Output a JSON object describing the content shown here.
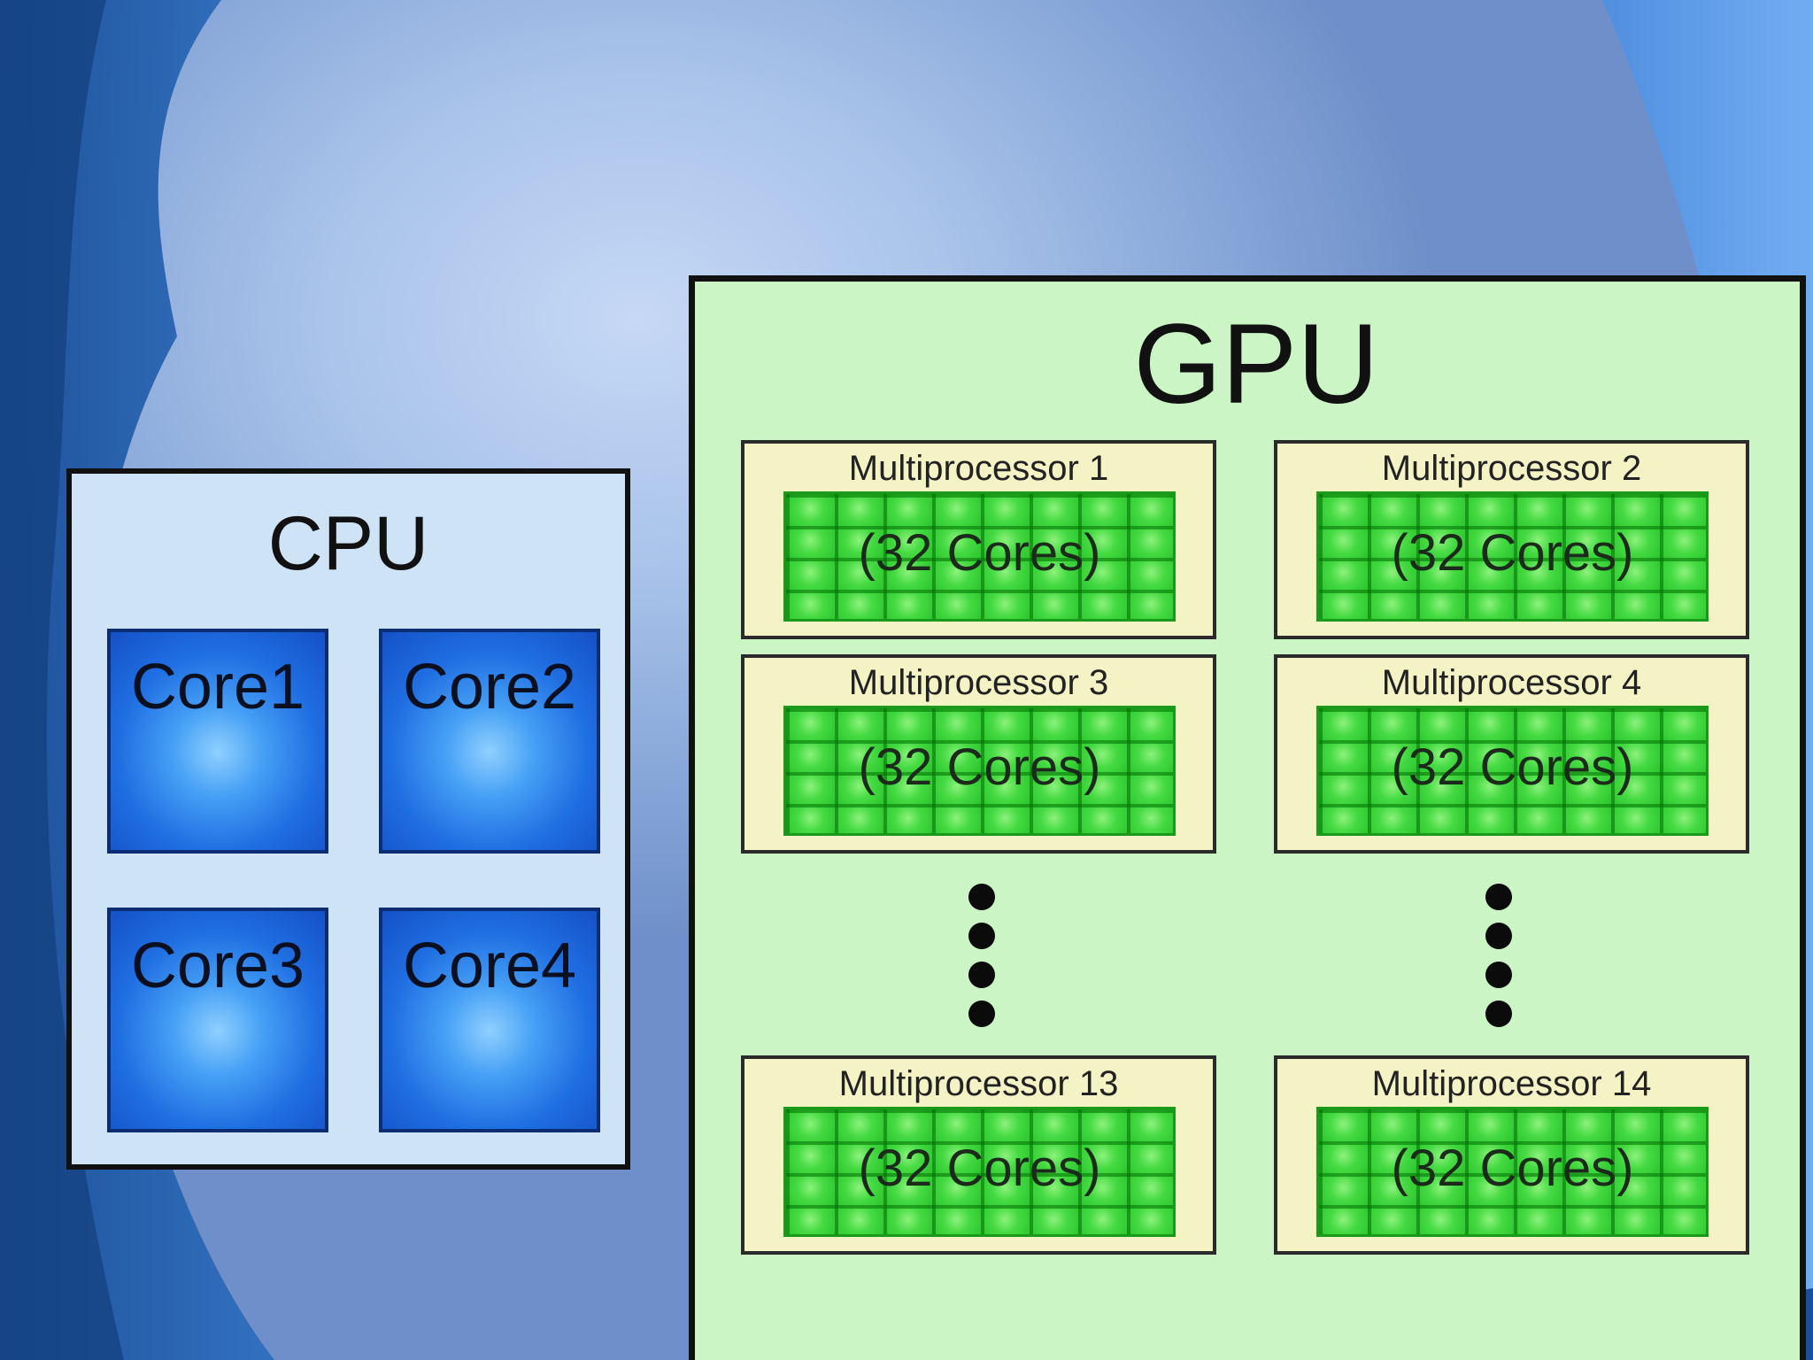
{
  "cpu": {
    "title": "CPU",
    "cores": [
      "Core1",
      "Core2",
      "Core3",
      "Core4"
    ]
  },
  "gpu": {
    "title": "GPU",
    "multiprocessors": [
      {
        "label": "Multiprocessor 1",
        "cores": "(32 Cores)"
      },
      {
        "label": "Multiprocessor 2",
        "cores": "(32 Cores)"
      },
      {
        "label": "Multiprocessor 3",
        "cores": "(32 Cores)"
      },
      {
        "label": "Multiprocessor 4",
        "cores": "(32 Cores)"
      },
      {
        "label": "Multiprocessor 13",
        "cores": "(32 Cores)"
      },
      {
        "label": "Multiprocessor 14",
        "cores": "(32 Cores)"
      }
    ]
  },
  "colors": {
    "background": "#a9c3ea",
    "cpu_fill": "#cfe3f7",
    "core_fill": "#1f6ee2",
    "gpu_fill": "#ccf5c6",
    "multiprocessor_fill": "#f3f3c6",
    "gpu_core_fill": "#35d438"
  }
}
